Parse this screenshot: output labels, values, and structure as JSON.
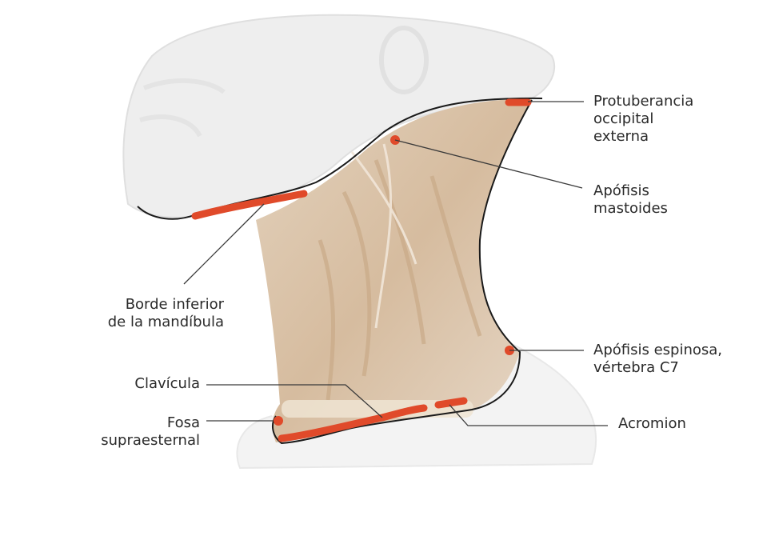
{
  "labels": {
    "protuberancia": [
      "Protuberancia",
      "occipital",
      "externa"
    ],
    "mastoides": [
      "Apófisis",
      "mastoides"
    ],
    "mandibula": [
      "Borde inferior",
      "de la mandíbula"
    ],
    "c7": [
      "Apófisis espinosa,",
      "vértebra C7"
    ],
    "clavicula": [
      "Clavícula"
    ],
    "fosa": [
      "Fosa",
      "supraesternal"
    ],
    "acromion": [
      "Acromion"
    ]
  },
  "colors": {
    "landmark": "#e04a2a",
    "outline": "#1a1a1a",
    "leader": "#3a3a3a",
    "neck": "#d9c2a8",
    "head_ghost": "#ececec"
  }
}
